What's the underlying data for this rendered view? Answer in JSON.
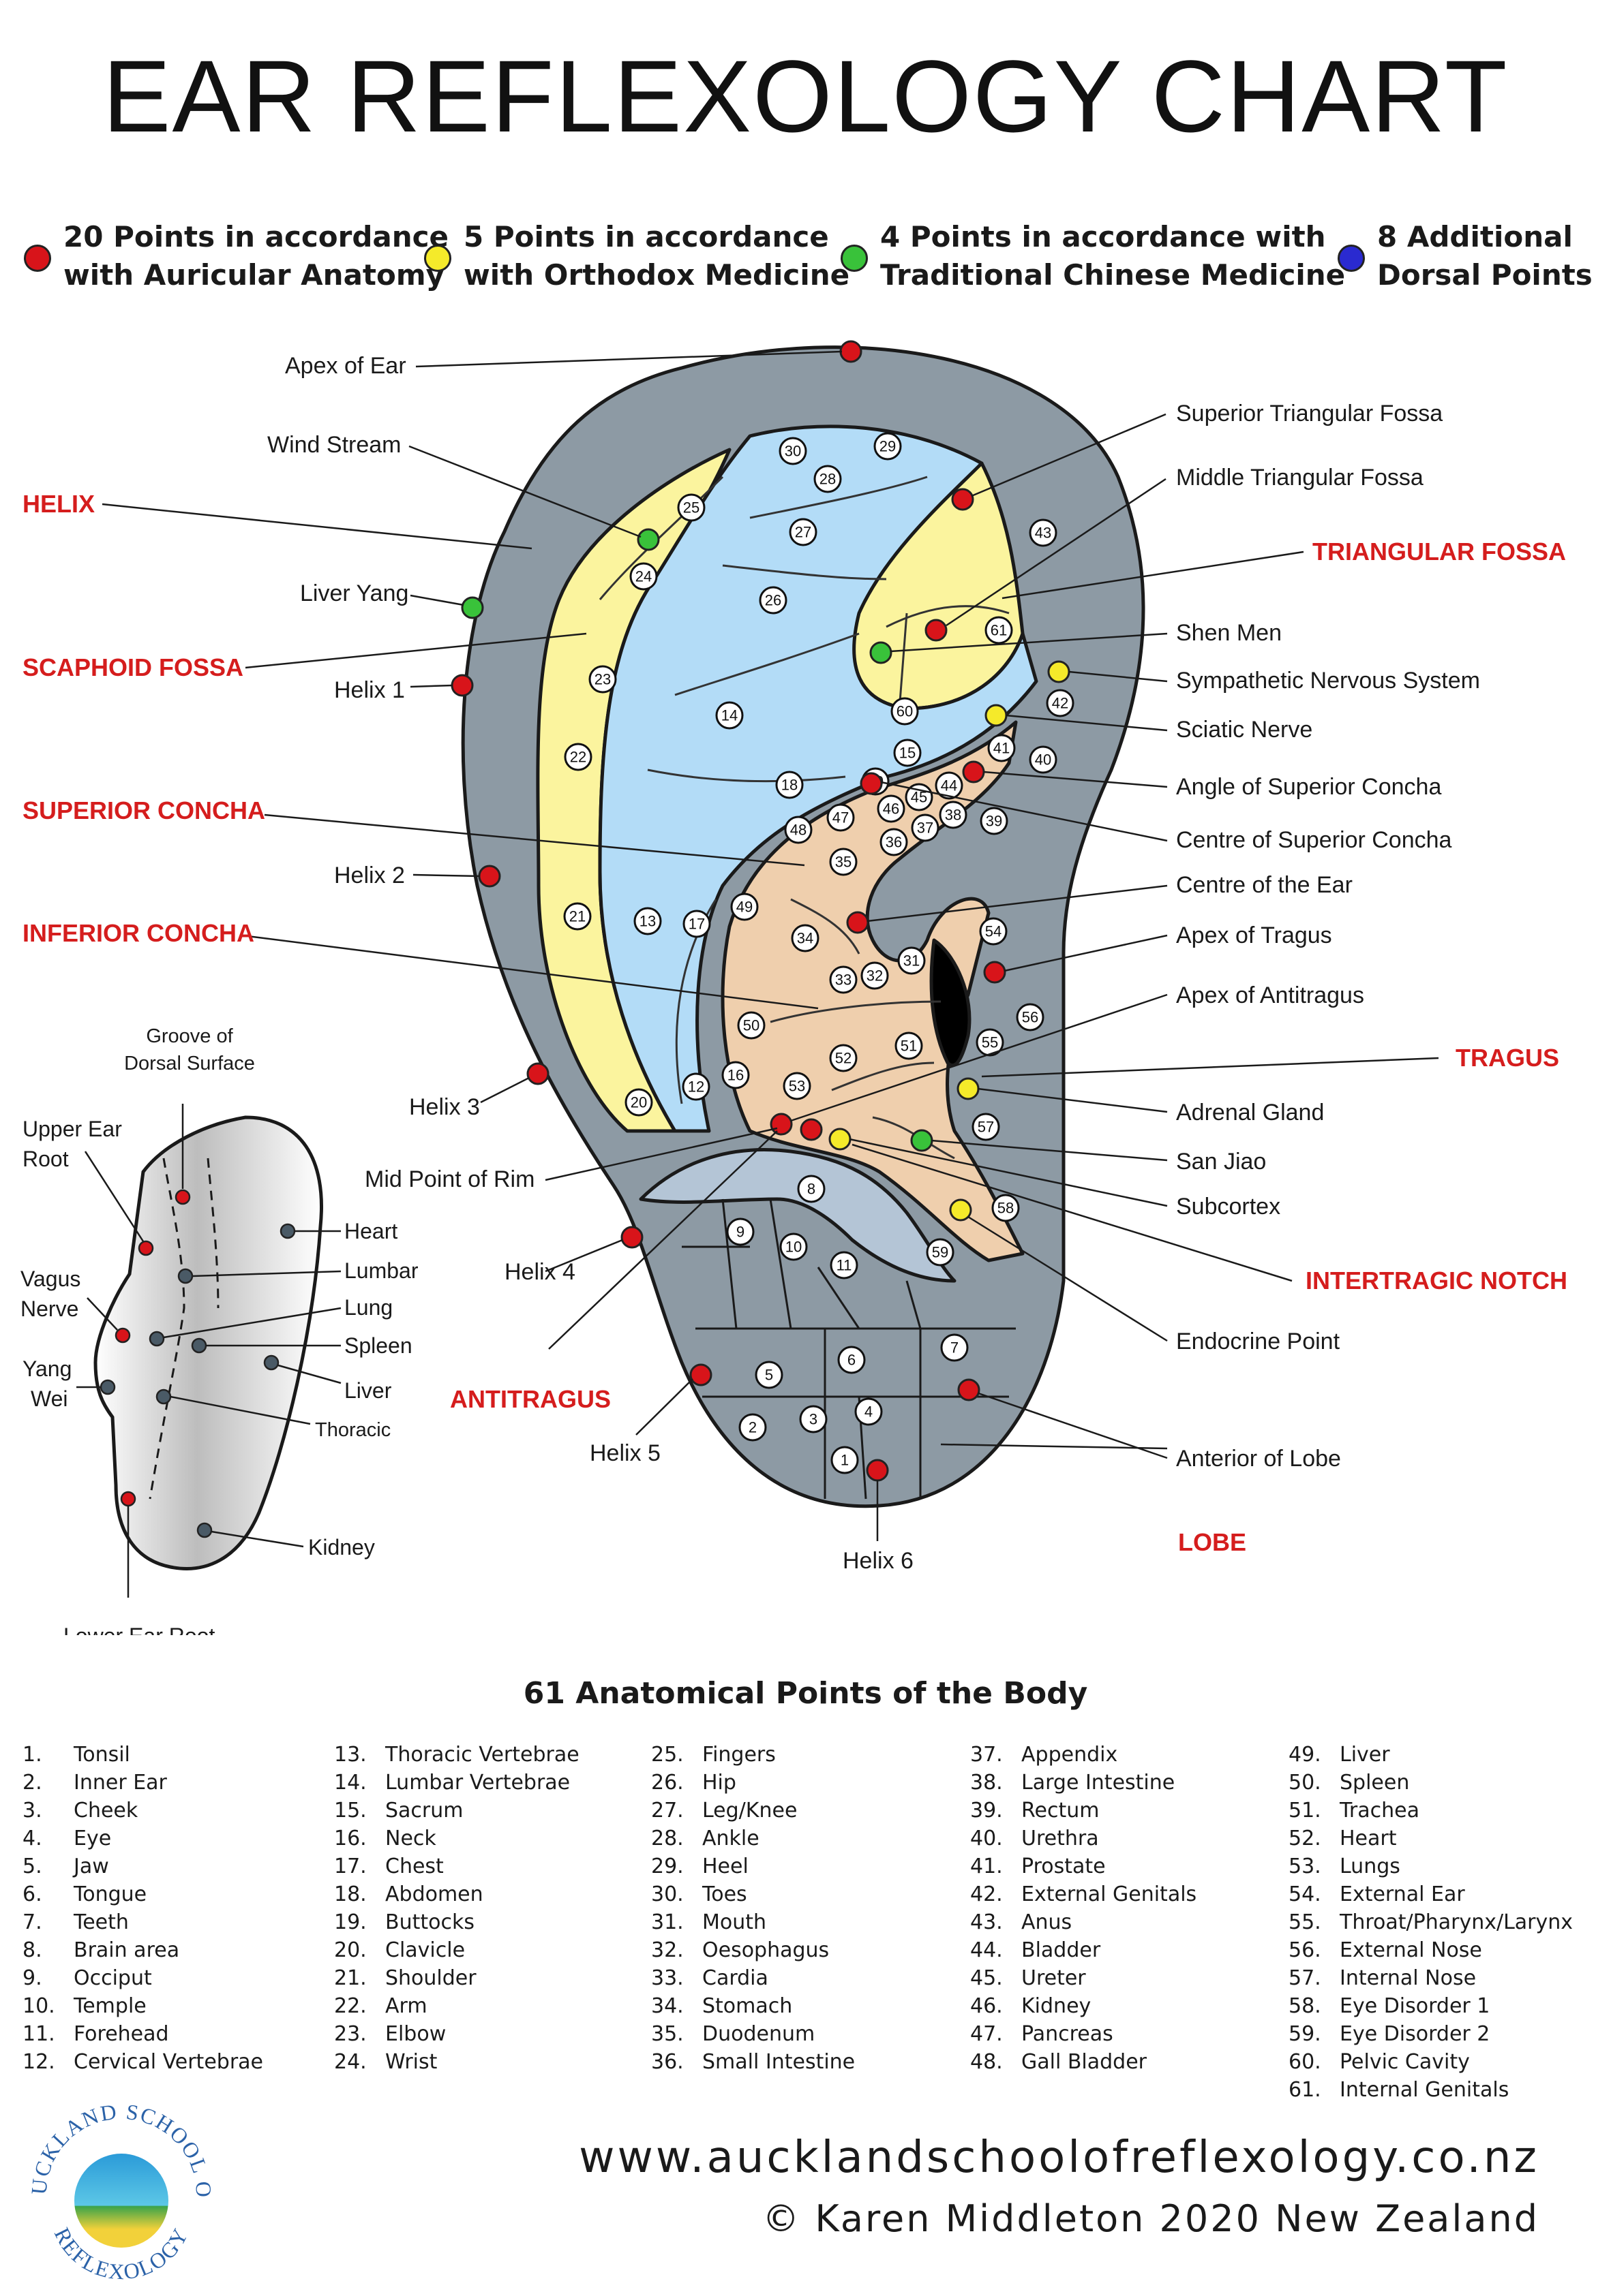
{
  "title": "EAR REFLEXOLOGY CHART",
  "colors": {
    "red": "#d8141a",
    "yellow": "#f5ea2a",
    "green": "#39c23a",
    "blue": "#2a2ad0",
    "region": "#d51d1d",
    "ear_outer": "#8d9aa4",
    "scaphoid": "#fbf49e",
    "concha_blue": "#b3dcf7",
    "concha_tan": "#efcfad",
    "lobe_blue": "#b4c5d6"
  },
  "legend": [
    {
      "color": "red",
      "line1": "20 Points in accordance",
      "line2": "with Auricular Anatomy"
    },
    {
      "color": "yellow",
      "line1": "5 Points in accordance",
      "line2": "with Orthodox Medicine"
    },
    {
      "color": "green",
      "line1": "4 Points in accordance with",
      "line2": "Traditional Chinese Medicine"
    },
    {
      "color": "blue",
      "line1": "8 Additional",
      "line2": "Dorsal Points"
    }
  ],
  "ear_labels": {
    "apex_of_ear": "Apex of Ear",
    "wind_stream": "Wind Stream",
    "liver_yang": "Liver Yang",
    "helix1": "Helix 1",
    "helix2": "Helix 2",
    "helix3": "Helix 3",
    "helix4": "Helix 4",
    "helix5": "Helix 5",
    "helix6": "Helix 6",
    "mid_point_of_rim": "Mid Point of Rim",
    "superior_triangular_fossa": "Superior Triangular Fossa",
    "middle_triangular_fossa": "Middle Triangular Fossa",
    "shen_men": "Shen Men",
    "sympathetic_nervous_system": "Sympathetic Nervous System",
    "sciatic_nerve": "Sciatic Nerve",
    "angle_of_superior_concha": "Angle of Superior Concha",
    "centre_of_superior_concha": "Centre of Superior Concha",
    "centre_of_the_ear": "Centre of the Ear",
    "apex_of_tragus": "Apex of Tragus",
    "apex_of_antitragus": "Apex of Antitragus",
    "adrenal_gland": "Adrenal Gland",
    "san_jiao": "San Jiao",
    "subcortex": "Subcortex",
    "endocrine_point": "Endocrine Point",
    "anterior_of_lobe": "Anterior of Lobe"
  },
  "regions": {
    "helix": "HELIX",
    "scaphoid_fossa": "SCAPHOID FOSSA",
    "superior_concha": "SUPERIOR CONCHA",
    "inferior_concha": "INFERIOR CONCHA",
    "triangular_fossa": "TRIANGULAR FOSSA",
    "tragus": "TRAGUS",
    "intertragic_notch": "INTERTRAGIC NOTCH",
    "antitragus": "ANTITRAGUS",
    "lobe": "LOBE"
  },
  "dorsal": {
    "groove_line1": "Groove of",
    "groove_line2": "Dorsal Surface",
    "upper_ear_root_line1": "Upper Ear",
    "upper_ear_root_line2": "Root",
    "vagus_line1": "Vagus",
    "vagus_line2": "Nerve",
    "yang_wei_line1": "Yang",
    "yang_wei_line2": "Wei",
    "heart": "Heart",
    "lumbar": "Lumbar",
    "lung": "Lung",
    "spleen": "Spleen",
    "liver": "Liver",
    "thoracic": "Thoracic",
    "kidney": "Kidney",
    "lower_ear_root": "Lower Ear Root"
  },
  "list_title": "61 Anatomical Points of the Body",
  "points": [
    "Tonsil",
    "Inner Ear",
    "Cheek",
    "Eye",
    "Jaw",
    "Tongue",
    "Teeth",
    "Brain area",
    "Occiput",
    "Temple",
    "Forehead",
    "Cervical Vertebrae",
    "Thoracic Vertebrae",
    "Lumbar Vertebrae",
    "Sacrum",
    "Neck",
    "Chest",
    "Abdomen",
    "Buttocks",
    "Clavicle",
    "Shoulder",
    "Arm",
    "Elbow",
    "Wrist",
    "Fingers",
    "Hip",
    "Leg/Knee",
    "Ankle",
    "Heel",
    "Toes",
    "Mouth",
    "Oesophagus",
    "Cardia",
    "Stomach",
    "Duodenum",
    "Small Intestine",
    "Appendix",
    "Large Intestine",
    "Rectum",
    "Urethra",
    "Prostate",
    "External Genitals",
    "Anus",
    "Bladder",
    "Ureter",
    "Kidney",
    "Pancreas",
    "Gall Bladder",
    "Liver",
    "Spleen",
    "Trachea",
    "Heart",
    "Lungs",
    "External Ear",
    "Throat/Pharynx/Larynx",
    "External Nose",
    "Internal Nose",
    "Eye Disorder 1",
    "Eye Disorder 2",
    "Pelvic Cavity",
    "Internal Genitals"
  ],
  "logo": {
    "top": "AUCKLAND SCHOOL OF",
    "bottom": "REFLEXOLOGY"
  },
  "url": "www.aucklandschoolofreflexology.co.nz",
  "copyright": "© Karen Middleton 2020 New Zealand"
}
